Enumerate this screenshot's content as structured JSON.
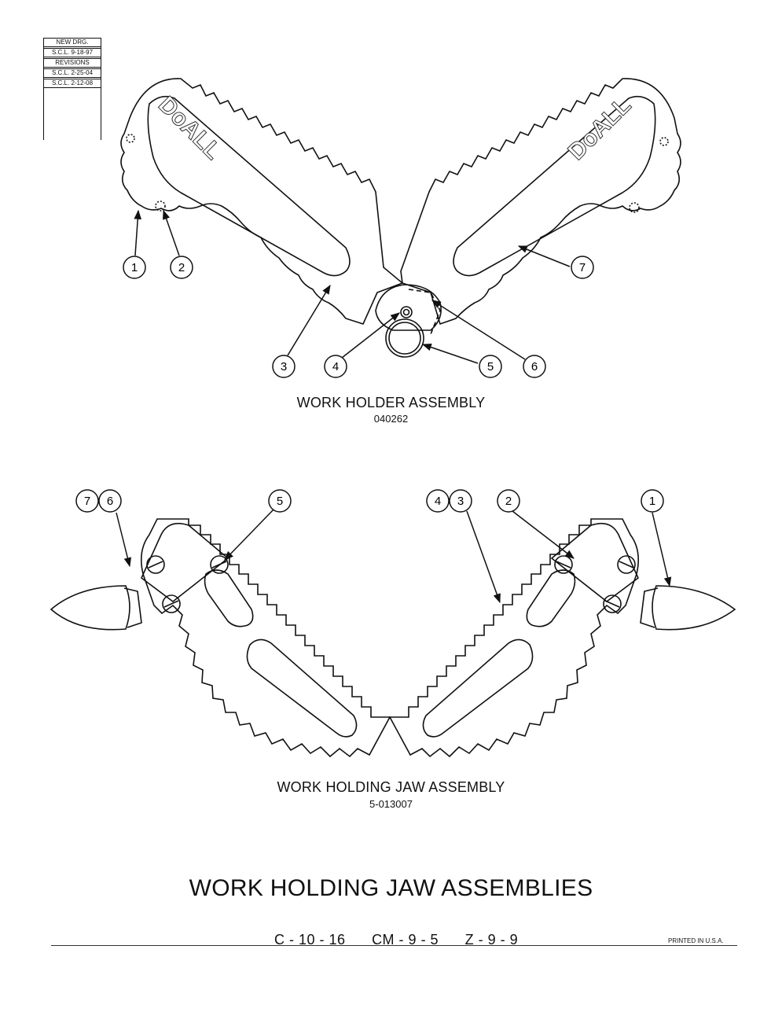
{
  "revision_block": {
    "new_drawing_label": "NEW DRG.",
    "new_drawing_entry": "S.C.L. 9-18-97",
    "revisions_label": "REVISIONS",
    "revisions": [
      "S.C.L. 2-25-04",
      "S.C.L. 2-12-08"
    ]
  },
  "work_holder": {
    "title": "WORK HOLDER ASSEMBLY",
    "part_number": "040262",
    "logo_text": "DoALL",
    "callouts": [
      "1",
      "2",
      "3",
      "4",
      "5",
      "6",
      "7"
    ]
  },
  "work_holding_jaw": {
    "title": "WORK HOLDING JAW ASSEMBLY",
    "part_number": "5-013007",
    "callouts": [
      "7",
      "6",
      "5",
      "4",
      "3",
      "2",
      "1"
    ]
  },
  "page_title": "WORK HOLDING JAW ASSEMBLIES",
  "model_codes": [
    "C - 10 - 16",
    "CM - 9 - 5",
    "Z - 9 - 9"
  ],
  "printed_note": "PRINTED IN U.S.A."
}
